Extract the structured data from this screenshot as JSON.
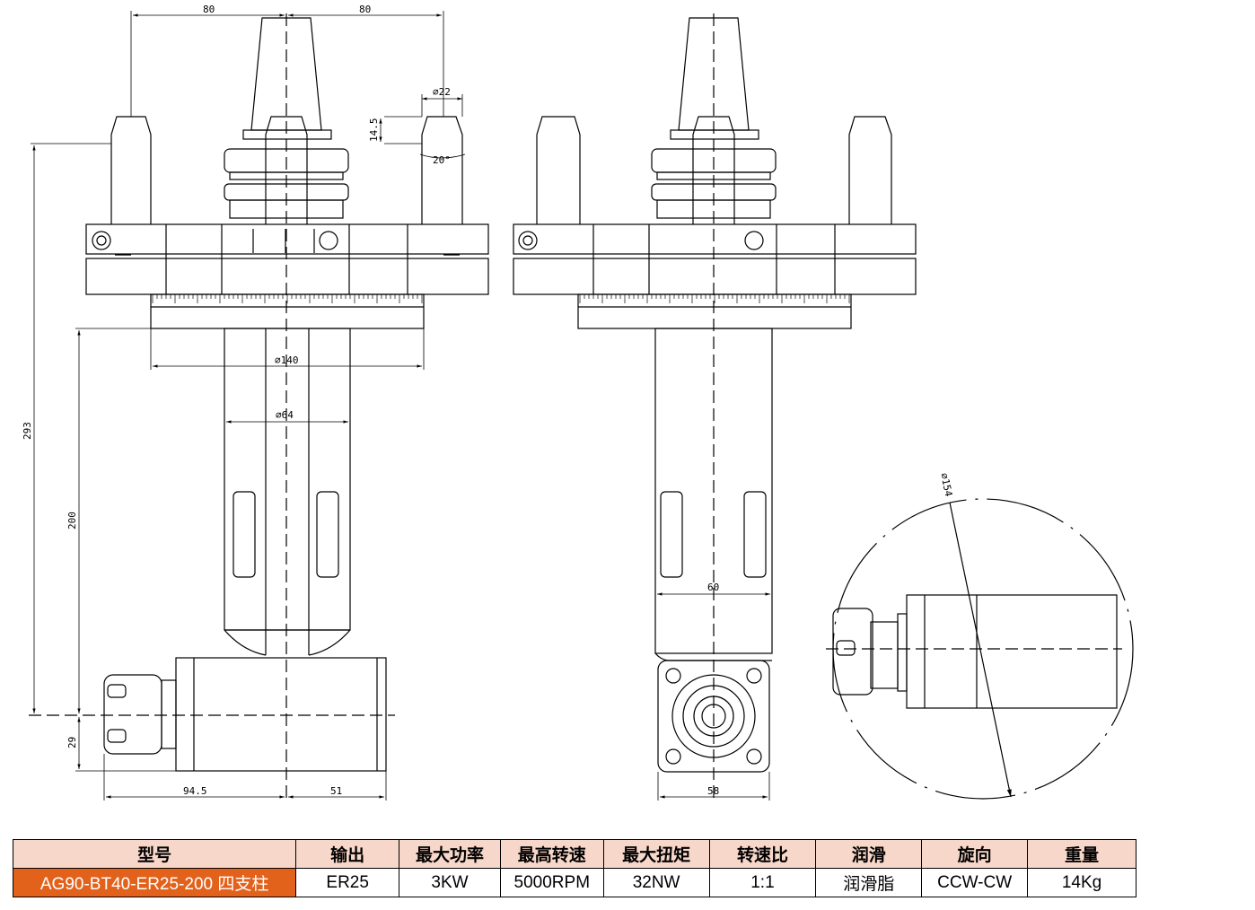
{
  "dimensions": {
    "w80_left": "80",
    "w80_right": "80",
    "d22": "⌀22",
    "h14_5": "14.5",
    "angle20": "20°",
    "h293": "293",
    "h200": "200",
    "h29": "29",
    "d140": "⌀140",
    "d64": "⌀64",
    "w94_5": "94.5",
    "w51": "51",
    "w60": "60",
    "w58": "58",
    "d154": "⌀154"
  },
  "table": {
    "headers": [
      "型号",
      "输出",
      "最大功率",
      "最高转速",
      "最大扭矩",
      "转速比",
      "润滑",
      "旋向",
      "重量"
    ],
    "row": [
      "AG90-BT40-ER25-200 四支柱",
      "ER25",
      "3KW",
      "5000RPM",
      "32NW",
      "1:1",
      "润滑脂",
      "CCW-CW",
      "14Kg"
    ],
    "accent_color": "#e2621c",
    "header_color": "#f7d7c9"
  }
}
